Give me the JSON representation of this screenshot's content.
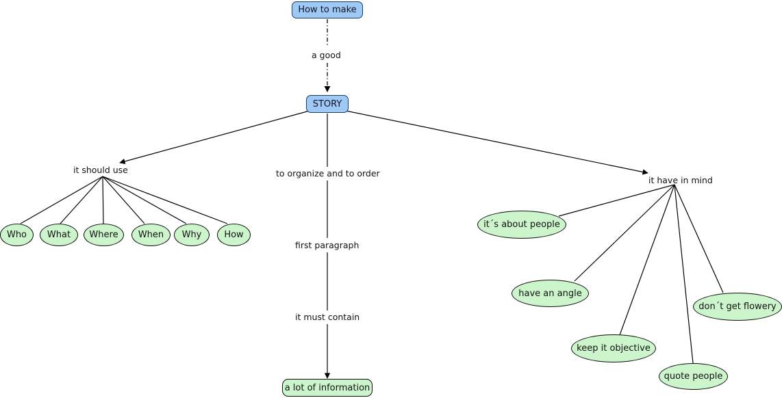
{
  "diagram": {
    "title": "How to make a good STORY",
    "background_color": "#ffffff",
    "node_blue_fill": "#9ec9f5",
    "node_blue_border": "#1a3a6b",
    "node_green_fill": "#ccf5cc",
    "node_green_border": "#0d0d0d",
    "edge_color": "#000000",
    "text_color": "#111111"
  },
  "nodes": {
    "root": {
      "label": "How to make",
      "shape": "rounded-rect",
      "color": "blue"
    },
    "story": {
      "label": "STORY",
      "shape": "rounded-rect",
      "color": "blue"
    },
    "information": {
      "label": "a lot of information",
      "shape": "rounded-rect",
      "color": "green"
    },
    "who": {
      "label": "Who",
      "shape": "ellipse",
      "color": "green"
    },
    "what": {
      "label": "What",
      "shape": "ellipse",
      "color": "green"
    },
    "where": {
      "label": "Where",
      "shape": "ellipse",
      "color": "green"
    },
    "when": {
      "label": "When",
      "shape": "ellipse",
      "color": "green"
    },
    "why": {
      "label": "Why",
      "shape": "ellipse",
      "color": "green"
    },
    "how": {
      "label": "How",
      "shape": "ellipse",
      "color": "green"
    },
    "about_people": {
      "label": "it´s about people",
      "shape": "ellipse",
      "color": "green"
    },
    "have_angle": {
      "label": "have an angle",
      "shape": "ellipse",
      "color": "green"
    },
    "keep_objective": {
      "label": "keep it objective",
      "shape": "ellipse",
      "color": "green"
    },
    "quote_people": {
      "label": "quote people",
      "shape": "ellipse",
      "color": "green"
    },
    "not_flowery": {
      "label": "don´t get flowery",
      "shape": "ellipse",
      "color": "green"
    }
  },
  "edge_labels": {
    "a_good": "a good",
    "it_should_use": "it should use",
    "to_organize": "to organize and to order",
    "first_paragraph": "first paragraph",
    "it_must_contain": "it must contain",
    "it_have_in_mind": "it have in mind"
  }
}
